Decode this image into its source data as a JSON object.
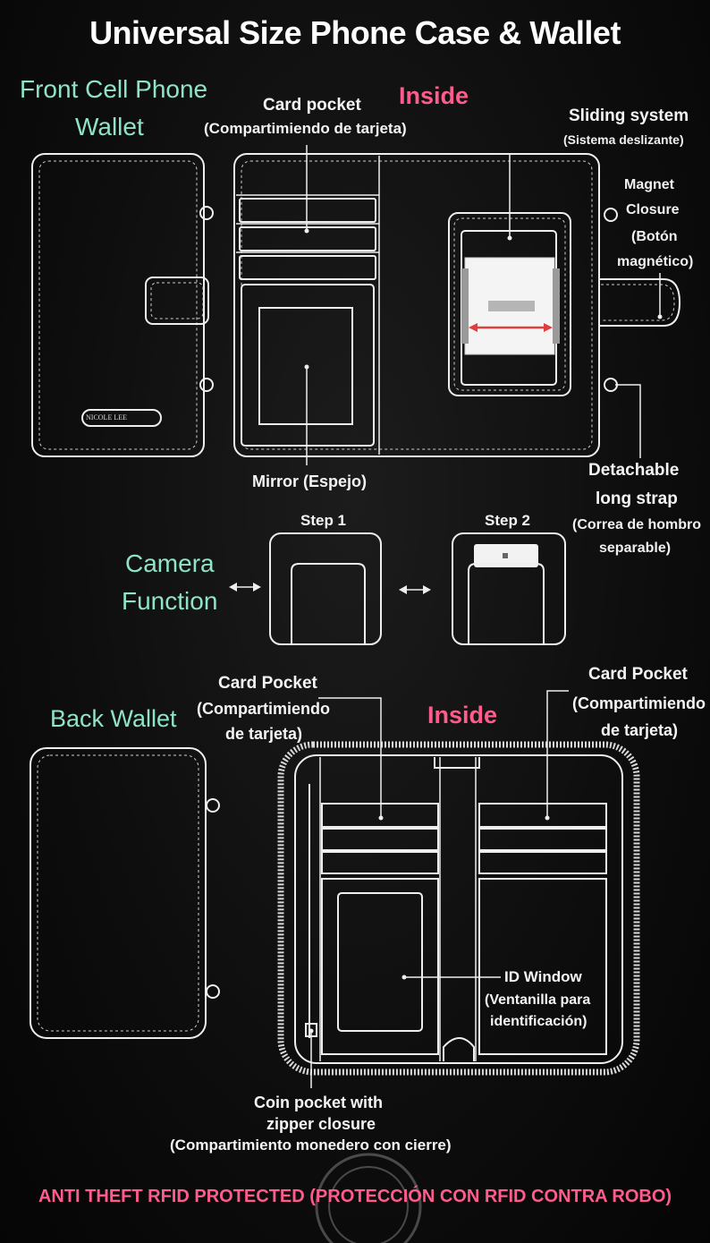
{
  "title": "Universal Size Phone Case & Wallet",
  "front": {
    "label_line1": "Front Cell Phone",
    "label_line2": "Wallet",
    "inside": "Inside",
    "brand_plate": "NICOLE LEE",
    "card_pocket": "Card pocket",
    "card_pocket_es": "(Compartimiendo de tarjeta)",
    "sliding": "Sliding system",
    "sliding_es": "(Sistema deslizante)",
    "magnet_1": "Magnet",
    "magnet_2": "Closure",
    "magnet_3": "(Botón",
    "magnet_4": "magnético)",
    "mirror": "Mirror (Espejo)",
    "strap_1": "Detachable",
    "strap_2": "long strap",
    "strap_3": "(Correa de hombro",
    "strap_4": "separable)"
  },
  "camera": {
    "label_line1": "Camera",
    "label_line2": "Function",
    "step1": "Step 1",
    "step2": "Step 2"
  },
  "back": {
    "label": "Back Wallet",
    "inside": "Inside",
    "card_left_1": "Card Pocket",
    "card_left_2": "(Compartimiendo",
    "card_left_3": "de tarjeta)",
    "card_right_1": "Card Pocket",
    "card_right_2": "(Compartimiendo",
    "card_right_3": "de tarjeta)",
    "id_1": "ID Window",
    "id_2": "(Ventanilla para",
    "id_3": "identificación)",
    "coin_1": "Coin pocket with",
    "coin_2": "zipper closure",
    "coin_3": "(Compartimiento monedero con cierre)"
  },
  "footer": "ANTI THEFT RFID PROTECTED (PROTECCIÓN CON RFID CONTRA ROBO)",
  "colors": {
    "accent_teal": "#8fe3c8",
    "accent_pink": "#ff5b8c",
    "outline": "#eeeeee",
    "background": "#0b0b0b"
  }
}
